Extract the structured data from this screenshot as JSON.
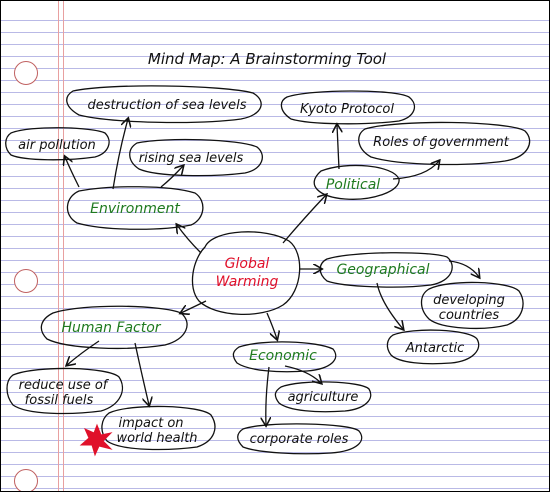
{
  "title": "Mind Map: A Brainstorming Tool",
  "colors": {
    "green": "#1f7a1f",
    "red": "#e0102a",
    "ink": "#111111"
  },
  "nodes": {
    "center": [
      "Global",
      "Warming"
    ],
    "environment": "Environment",
    "political": "Political",
    "geographical": "Geographical",
    "human_factor": "Human Factor",
    "economic": "Economic",
    "destruction_of_sea_levels": "destruction of sea levels",
    "air_pollution": "air pollution",
    "rising_sea_levels": "rising sea levels",
    "kyoto_protocol": "Kyoto Protocol",
    "roles_of_government": "Roles of government",
    "developing_countries": [
      "developing",
      "countries"
    ],
    "antarctic": "Antarctic",
    "reduce_fossil_fuels": [
      "reduce use of",
      "fossil fuels"
    ],
    "impact_world_health": [
      "impact on",
      "world health"
    ],
    "agriculture": "agriculture",
    "corporate_roles": "corporate roles"
  }
}
